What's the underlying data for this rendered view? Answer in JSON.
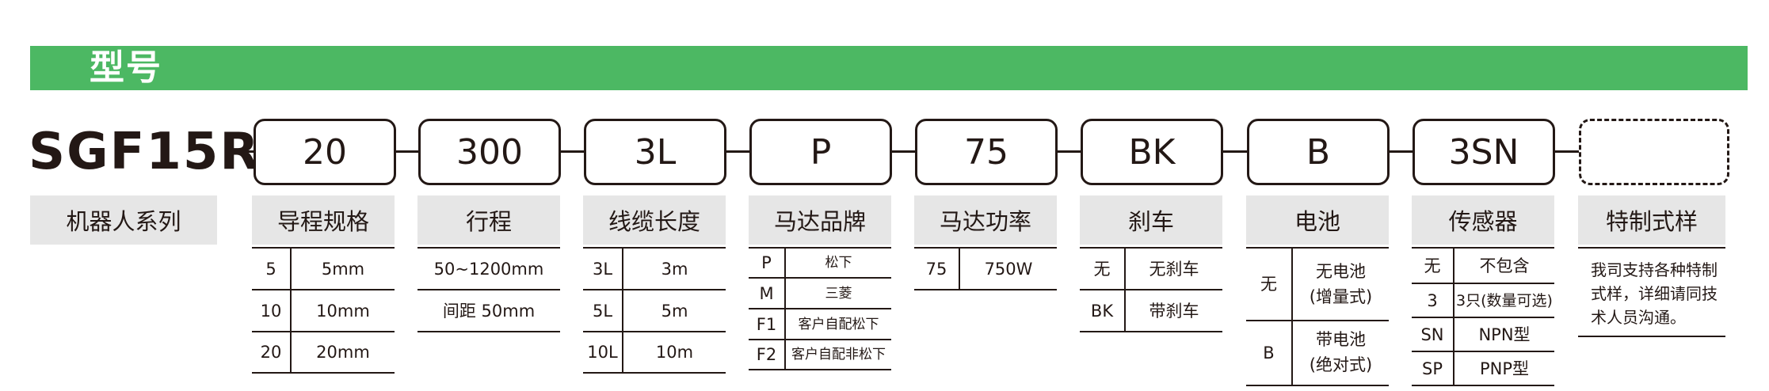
{
  "section_title": "型号",
  "model_prefix": "SGF15R",
  "boxes": [
    "20",
    "300",
    "3L",
    "P",
    "75",
    "BK",
    "B",
    "3SN",
    ""
  ],
  "headers": {
    "series": "机器人系列",
    "lead": "导程规格",
    "stroke": "行程",
    "cable": "线缆长度",
    "motor_brand": "马达品牌",
    "motor_power": "马达功率",
    "brake": "刹车",
    "battery": "电池",
    "sensor": "传感器",
    "custom": "特制式样"
  },
  "lead_rows": [
    {
      "code": "5",
      "value": "5mm"
    },
    {
      "code": "10",
      "value": "10mm"
    },
    {
      "code": "20",
      "value": "20mm"
    }
  ],
  "stroke_rows": [
    "50~1200mm",
    "间距 50mm"
  ],
  "cable_rows": [
    {
      "code": "3L",
      "value": "3m"
    },
    {
      "code": "5L",
      "value": "5m"
    },
    {
      "code": "10L",
      "value": "10m"
    }
  ],
  "motor_brand_rows": [
    {
      "code": "P",
      "value": "松下"
    },
    {
      "code": "M",
      "value": "三菱"
    },
    {
      "code": "F1",
      "value": "客户自配松下"
    },
    {
      "code": "F2",
      "value": "客户自配非松下"
    }
  ],
  "motor_power_rows": [
    {
      "code": "75",
      "value": "750W"
    }
  ],
  "brake_rows": [
    {
      "code": "无",
      "value": "无刹车"
    },
    {
      "code": "BK",
      "value": "带刹车"
    }
  ],
  "battery_rows": [
    {
      "code": "无",
      "line1": "无电池",
      "line2": "(增量式)"
    },
    {
      "code": "B",
      "line1": "带电池",
      "line2": "(绝对式)"
    }
  ],
  "sensor_rows": [
    {
      "code": "无",
      "value": "不包含"
    },
    {
      "code": "3",
      "value": "3只(数量可选)"
    },
    {
      "code": "SN",
      "value": "NPN型"
    },
    {
      "code": "SP",
      "value": "PNP型"
    }
  ],
  "custom_note": "我司支持各种特制式样，详细请同技术人员沟通。",
  "colors": {
    "accent": "#4cb863",
    "header_bg": "#e6e6e6",
    "text": "#231815"
  }
}
